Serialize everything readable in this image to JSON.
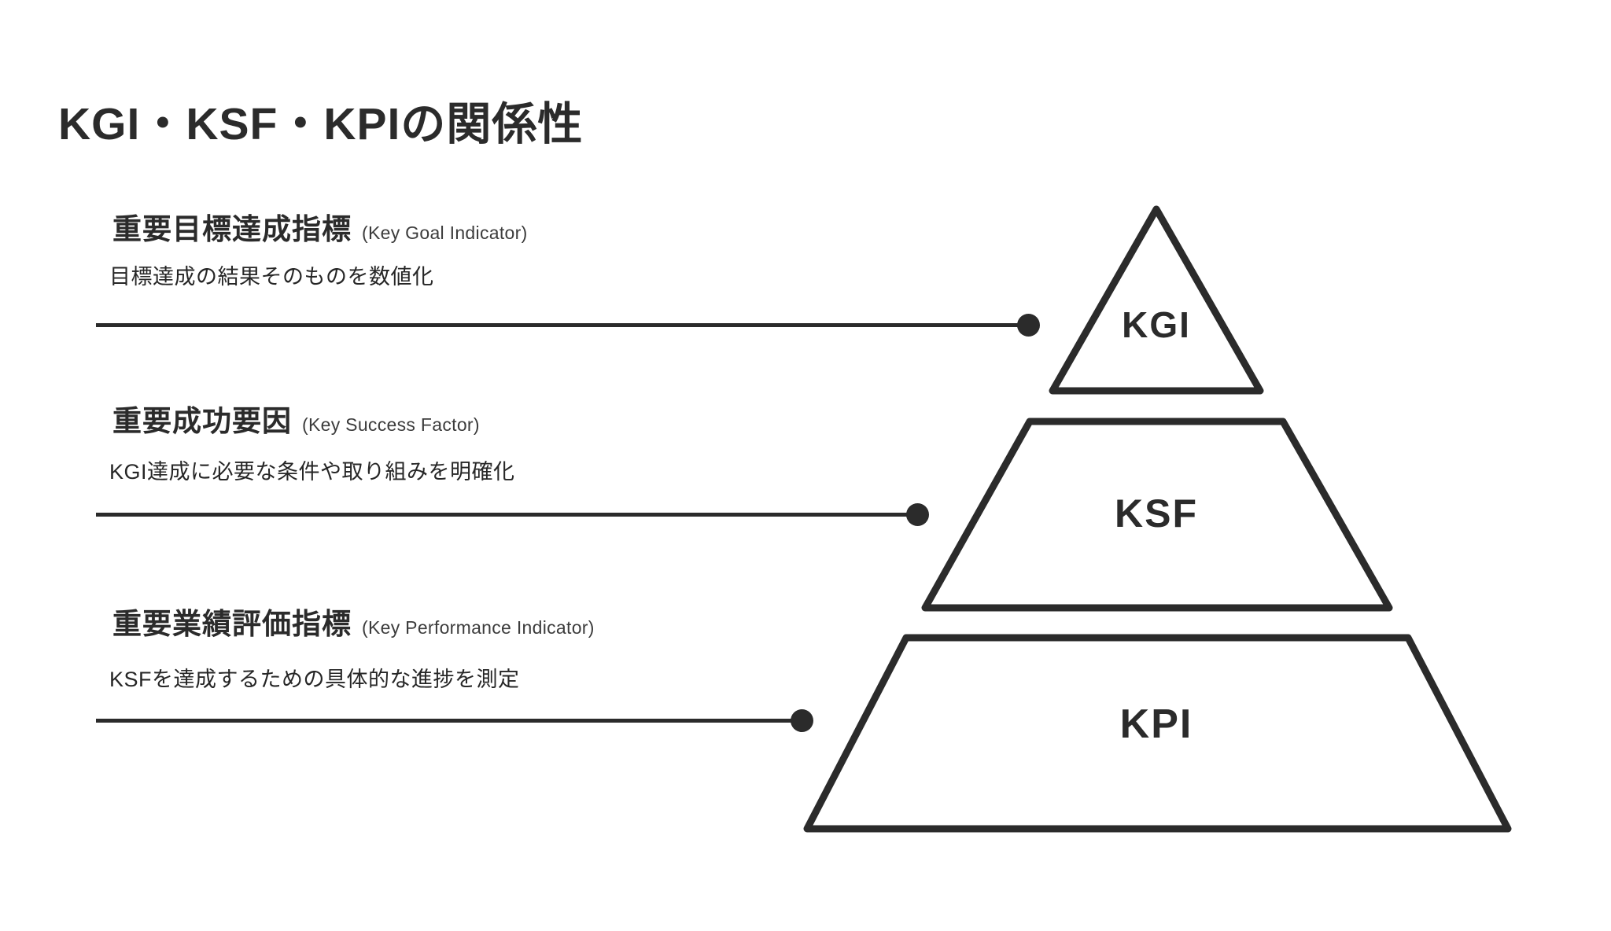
{
  "slide": {
    "title": "KGI・KSF・KPIの関係性"
  },
  "colors": {
    "background": "#ffffff",
    "ink": "#2b2b2b",
    "secondary_text": "#3c3c3c"
  },
  "sections": [
    {
      "key": "kgi",
      "heading_jp": "重要目標達成指標",
      "heading_en": "(Key Goal Indicator)",
      "description": "目標達成の結果そのものを数値化",
      "pyramid_label": "KGI"
    },
    {
      "key": "ksf",
      "heading_jp": "重要成功要因",
      "heading_en": "(Key Success Factor)",
      "description": "KGI達成に必要な条件や取り組みを明確化",
      "pyramid_label": "KSF"
    },
    {
      "key": "kpi",
      "heading_jp": "重要業績評価指標",
      "heading_en": "(Key Performance Indicator)",
      "description": "KSFを達成するための具体的な進捗を測定",
      "pyramid_label": "KPI"
    }
  ],
  "pyramid": {
    "levels_top_to_bottom": [
      "KGI",
      "KSF",
      "KPI"
    ]
  }
}
